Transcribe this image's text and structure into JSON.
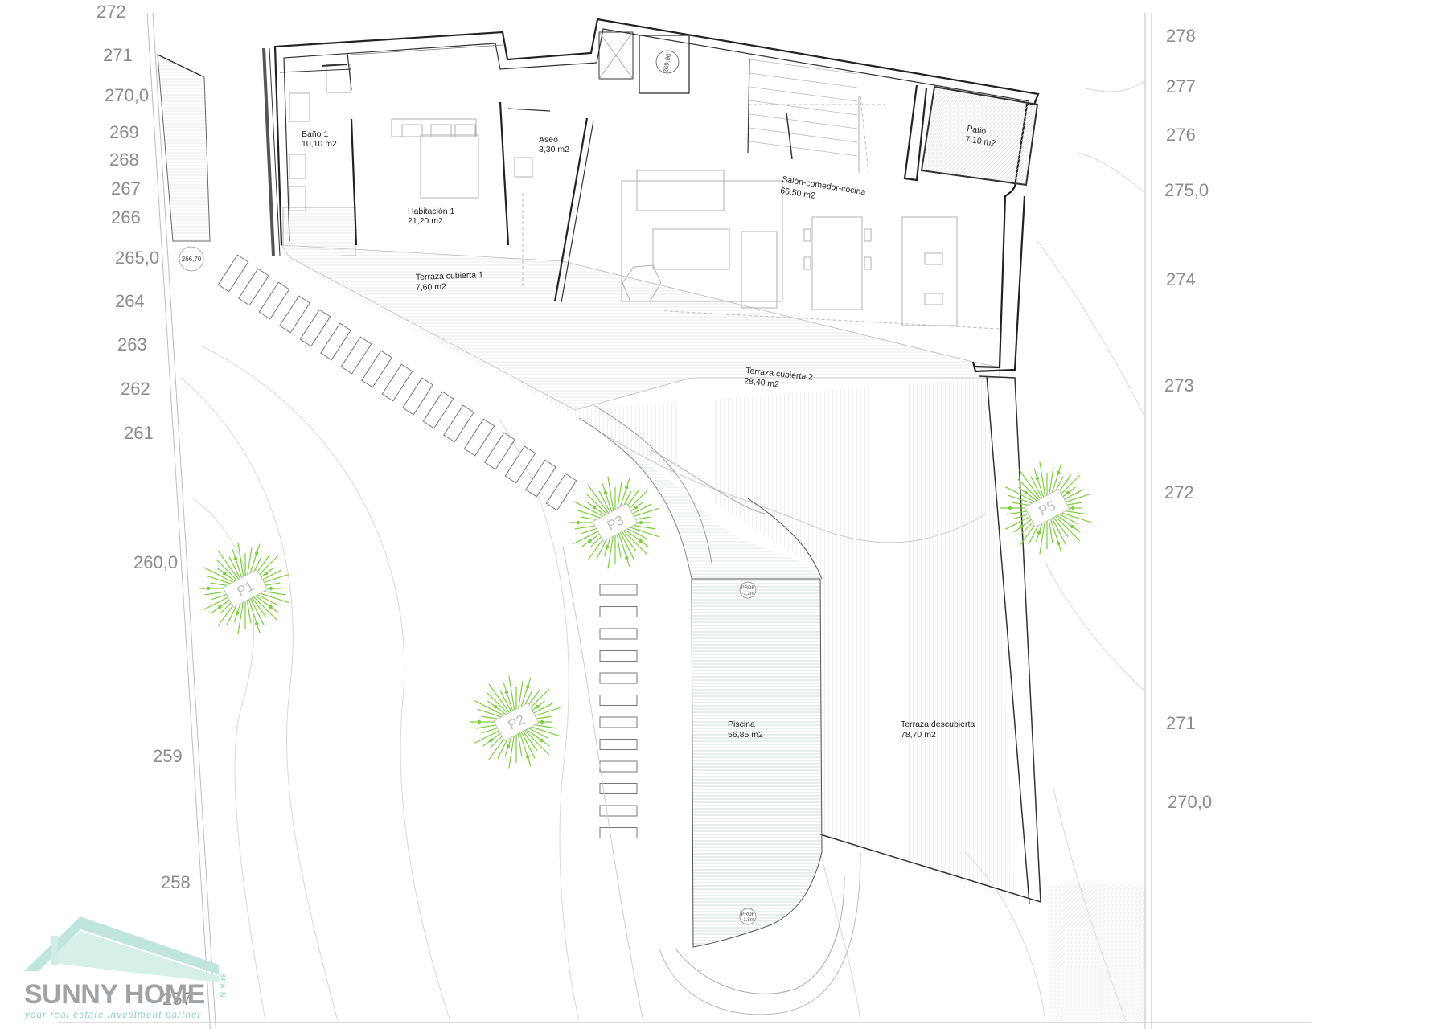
{
  "levels_left": [
    {
      "label": "272"
    },
    {
      "label": "271"
    },
    {
      "label": "270,0"
    },
    {
      "label": "269"
    },
    {
      "label": "268"
    },
    {
      "label": "267"
    },
    {
      "label": "266"
    },
    {
      "label": "265,0"
    },
    {
      "label": "264"
    },
    {
      "label": "263"
    },
    {
      "label": "262"
    },
    {
      "label": "261"
    },
    {
      "label": "260,0"
    },
    {
      "label": "259"
    },
    {
      "label": "258"
    },
    {
      "label": "257"
    }
  ],
  "levels_right": [
    {
      "label": "278"
    },
    {
      "label": "277"
    },
    {
      "label": "276"
    },
    {
      "label": "275,0"
    },
    {
      "label": "274"
    },
    {
      "label": "273"
    },
    {
      "label": "272"
    },
    {
      "label": "271"
    },
    {
      "label": "270,0"
    }
  ],
  "rooms": {
    "bano1": {
      "name": "Baño 1",
      "area": "10,10 m2"
    },
    "habitacion1": {
      "name": "Habitación 1",
      "area": "21,20 m2"
    },
    "aseo": {
      "name": "Aseo",
      "area": "3,30 m2"
    },
    "salon": {
      "name": "Salón-comedor-cocina",
      "area": "66,50 m2"
    },
    "patio": {
      "name": "Patio",
      "area": "7,10 m2"
    },
    "terraza1": {
      "name": "Terraza cubierta 1",
      "area": "7,60 m2"
    },
    "terraza2": {
      "name": "Terraza cubierta 2",
      "area": "28,40 m2"
    },
    "piscina": {
      "name": "Piscina",
      "area": "56,85 m2"
    },
    "terraza_desc": {
      "name": "Terraza descubierta",
      "area": "78,70 m2"
    }
  },
  "spot_levels": {
    "entry": "266,70",
    "stair": "269,00"
  },
  "pool_depths": {
    "shallow": {
      "label": "PROF",
      "value": "-1,2m"
    },
    "deep": {
      "label": "PROF",
      "value": "-1,8m"
    }
  },
  "trees": [
    {
      "label": "P1"
    },
    {
      "label": "P2"
    },
    {
      "label": "P3"
    },
    {
      "label": "P5"
    }
  ],
  "logo": {
    "brand": "SUNNY HOME",
    "tagline": "your real estate investment partner",
    "side": "SPAIN",
    "colors": {
      "teal": "#8fd0c6",
      "grey": "#9fa3a6"
    }
  },
  "colors": {
    "tree": "#7ccf3a",
    "wall": "#222222",
    "level_text": "#8c8c8c"
  }
}
